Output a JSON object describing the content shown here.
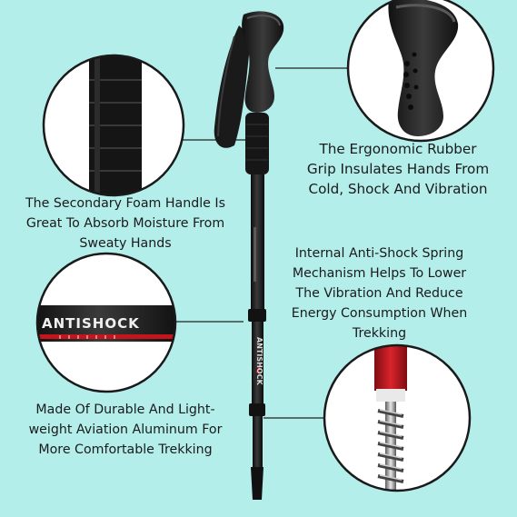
{
  "captions": {
    "grip": {
      "lines": [
        "The Ergonomic Rubber",
        "Grip Insulates Hands From",
        "Cold, Shock And Vibration"
      ]
    },
    "foam": {
      "lines": [
        "The Secondary Foam Handle Is",
        "Great To Absorb Moisture From",
        "Sweaty Hands"
      ]
    },
    "spring": {
      "lines": [
        "Internal Anti-Shock Spring",
        "Mechanism Helps To Lower",
        "The Vibration And Reduce",
        "Energy Consumption When",
        "Trekking"
      ]
    },
    "aluminum": {
      "lines": [
        "Made Of Durable And Light-",
        "weight Aviation Aluminum For",
        "More Comfortable Trekking"
      ]
    }
  },
  "product_print": {
    "brand_mark": "ANTISHOCK"
  },
  "colors": {
    "background": "#b3eeeb",
    "pole": "#1c1c1c",
    "accent_red": "#c4141c",
    "callout_ring": "#1a1a1a"
  }
}
